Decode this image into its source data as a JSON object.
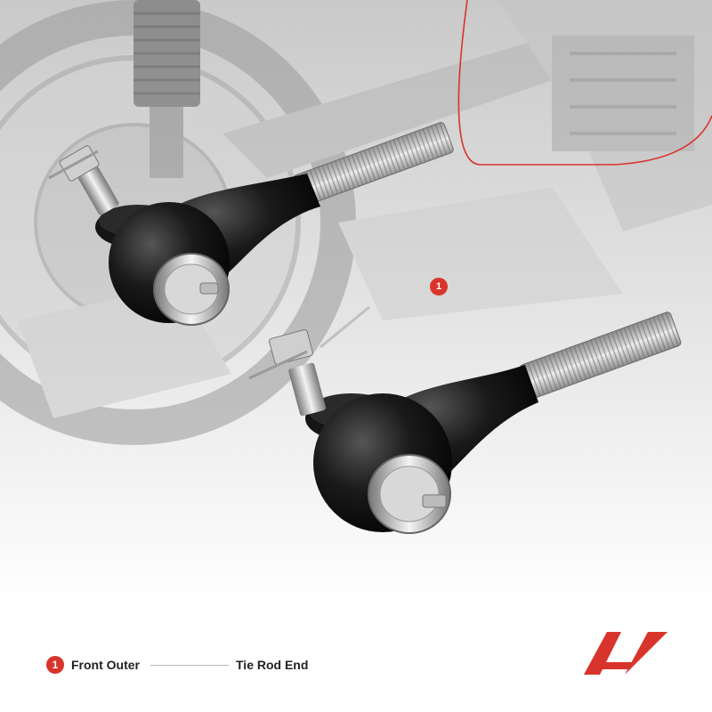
{
  "callout": {
    "number": "1",
    "part_position": "Front Outer",
    "part_name": "Tie Rod End"
  },
  "colors": {
    "accent": "#d9342b",
    "text": "#222222",
    "background": "#ffffff"
  },
  "icons": {
    "brand_logo": "a-premium-logo-icon"
  }
}
